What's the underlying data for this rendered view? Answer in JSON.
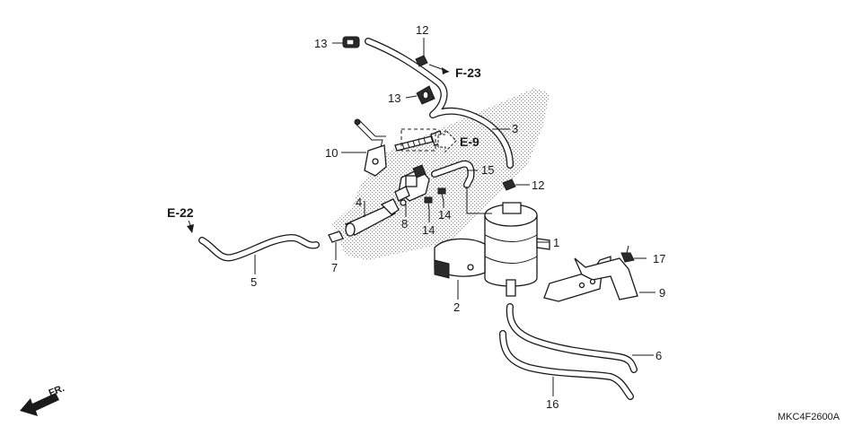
{
  "diagram_code": "MKC4F2600A",
  "direction_label": "FR.",
  "colors": {
    "ink": "#1a1a1a",
    "frame_shade": "#9a9a9a"
  },
  "refs": {
    "f23": "F-23",
    "e9": "E-9",
    "e22": "E-22"
  },
  "callouts": {
    "p1": "1",
    "p2": "2",
    "p3": "3",
    "p4": "4",
    "p5": "5",
    "p6": "6",
    "p7": "7",
    "p8": "8",
    "p9": "9",
    "p10": "10",
    "p12a": "12",
    "p12b": "12",
    "p13a": "13",
    "p13b": "13",
    "p14a": "14",
    "p14b": "14",
    "p15": "15",
    "p16": "16",
    "p17": "17"
  }
}
